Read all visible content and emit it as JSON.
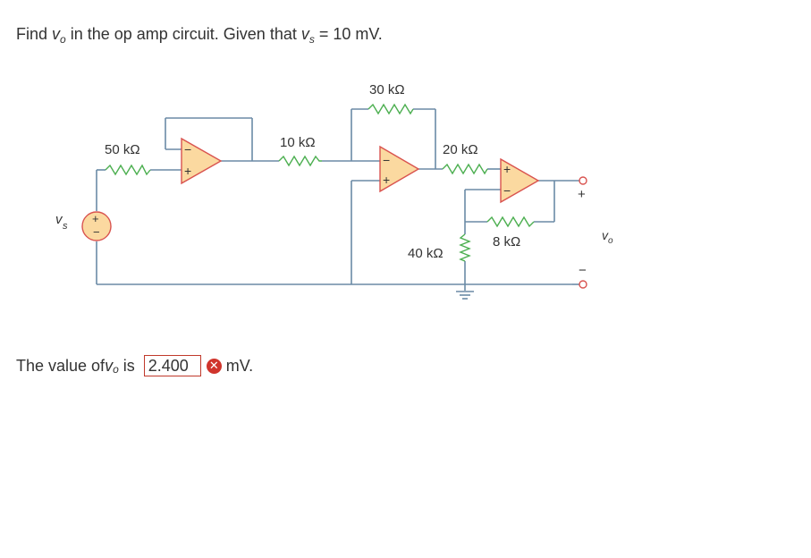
{
  "question": {
    "prefix": "Find ",
    "var": "v",
    "var_sub": "o",
    "middle": " in the op amp circuit. Given that ",
    "given_var": "v",
    "given_sub": "s",
    "given_value": " = 10 mV."
  },
  "circuit": {
    "r1_label": "50 kΩ",
    "r2_label": "10 kΩ",
    "r3_label": "30 kΩ",
    "r4_label": "20 kΩ",
    "r5_label": "8 kΩ",
    "r6_label": "40 kΩ",
    "source_label": "v",
    "source_sub": "s",
    "output_label": "v",
    "output_sub": "o",
    "plus_sign": "+",
    "minus_sign": "−"
  },
  "answer": {
    "prefix": "The value of ",
    "var": "v",
    "var_sub": "o",
    "is_text": " is ",
    "value": "2.400",
    "unit": "mV.",
    "status": "incorrect",
    "status_color": "#d0342c"
  },
  "colors": {
    "wire": "#6b8aa6",
    "resistor": "#4caf50",
    "opamp_fill": "#fbd9a0",
    "opamp_stroke": "#d9534f"
  }
}
